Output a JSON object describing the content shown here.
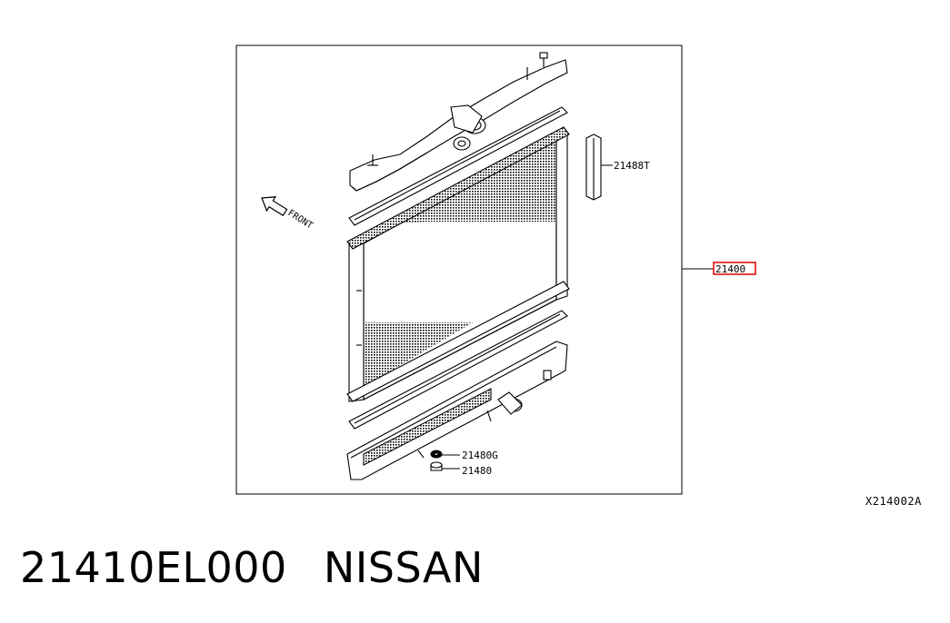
{
  "callouts": {
    "dowel": "21488T",
    "main_part": "21400",
    "washer": "21480G",
    "drain_plug": "21480"
  },
  "front_label": "FRONT",
  "reference_code": "X214002A",
  "caption": {
    "part_number": "21410EL000",
    "brand": "NISSAN"
  },
  "colors": {
    "line": "#000000",
    "highlight": "#e00000",
    "background": "#ffffff"
  }
}
